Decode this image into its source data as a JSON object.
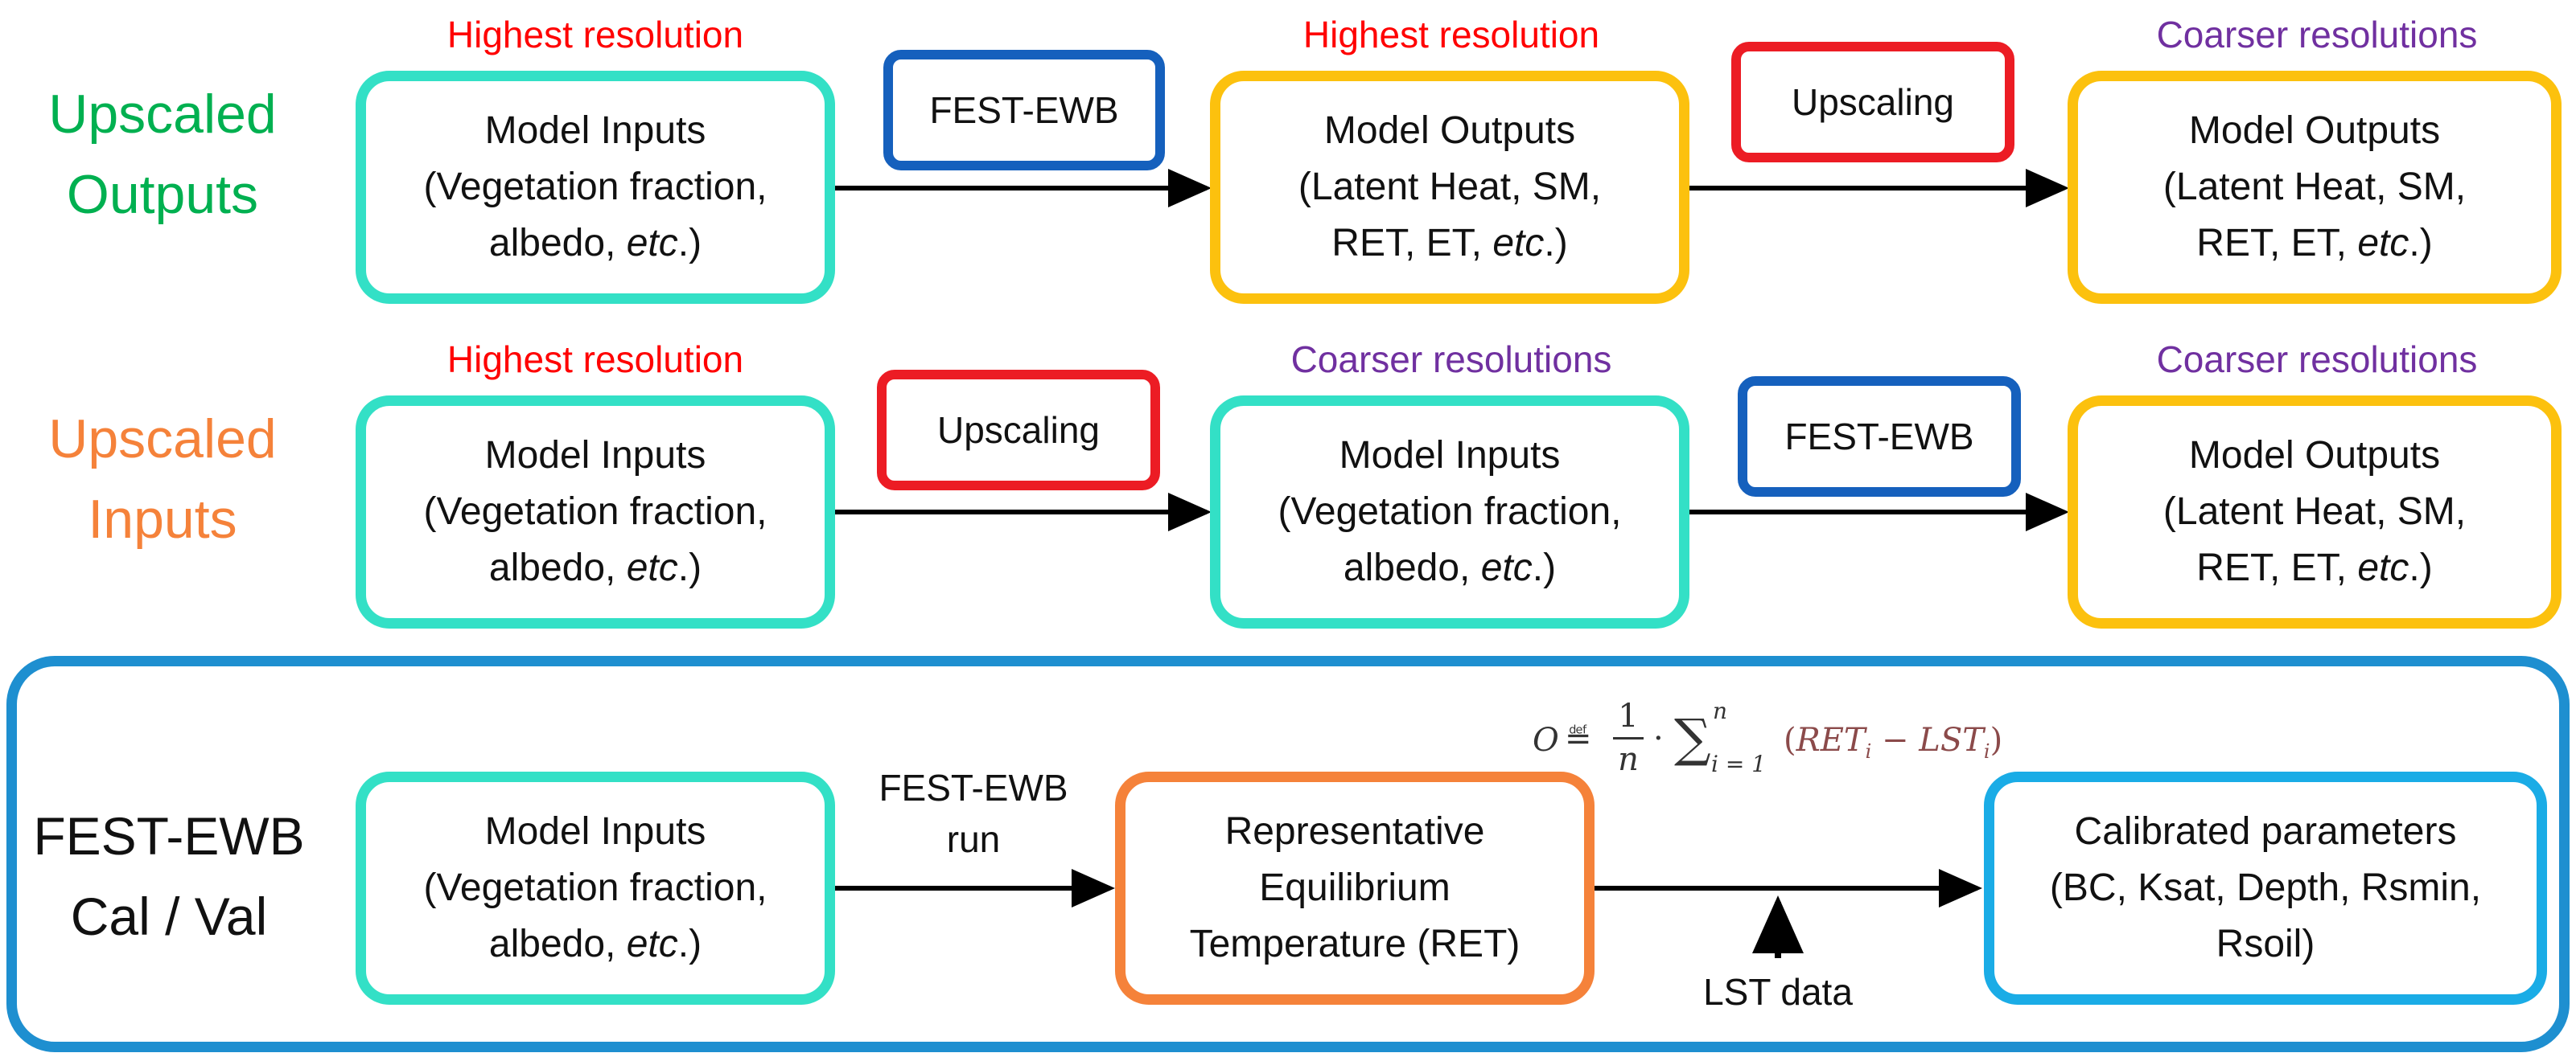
{
  "colors": {
    "green_label": "#00b050",
    "orange_label": "#f5823a",
    "red_text": "#ff0000",
    "purple_text": "#7030a0",
    "teal_box": "#33e0c6",
    "gold_box": "#fcc10e",
    "orange_box": "#f5823a",
    "sky_box": "#1aace6",
    "blue_tag": "#1560bd",
    "red_tag": "#ec1c24",
    "frame": "#1e8fd0"
  },
  "rows": {
    "upscaled_outputs": {
      "label_line1": "Upscaled",
      "label_line2": "Outputs",
      "res1": "Highest resolution",
      "res2": "Highest resolution",
      "res3": "Coarser resolutions",
      "tag1": "FEST-EWB",
      "tag2": "Upscaling",
      "box1": {
        "line1": "Model Inputs",
        "line2": "(Vegetation fraction,",
        "line3a": "albedo, ",
        "line3i": "etc",
        "line3b": ".)"
      },
      "box2": {
        "line1": "Model Outputs",
        "line2": "(Latent Heat, SM,",
        "line3a": "RET, ET, ",
        "line3i": "etc",
        "line3b": ".)"
      },
      "box3": {
        "line1": "Model Outputs",
        "line2": "(Latent Heat, SM,",
        "line3a": "RET, ET, ",
        "line3i": "etc",
        "line3b": ".)"
      }
    },
    "upscaled_inputs": {
      "label_line1": "Upscaled",
      "label_line2": "Inputs",
      "res1": "Highest resolution",
      "res2": "Coarser resolutions",
      "res3": "Coarser resolutions",
      "tag1": "Upscaling",
      "tag2": "FEST-EWB",
      "box1": {
        "line1": "Model Inputs",
        "line2": "(Vegetation fraction,",
        "line3a": "albedo, ",
        "line3i": "etc",
        "line3b": ".)"
      },
      "box2": {
        "line1": "Model Inputs",
        "line2": "(Vegetation fraction,",
        "line3a": "albedo, ",
        "line3i": "etc",
        "line3b": ".)"
      },
      "box3": {
        "line1": "Model Outputs",
        "line2": "(Latent Heat, SM,",
        "line3a": "RET, ET, ",
        "line3i": "etc",
        "line3b": ".)"
      }
    },
    "calval": {
      "label_line1": "FEST-EWB",
      "label_line2": "Cal / Val",
      "run_line1": "FEST-EWB",
      "run_line2": "run",
      "lst": "LST data",
      "box1": {
        "line1": "Model Inputs",
        "line2": "(Vegetation fraction,",
        "line3a": "albedo, ",
        "line3i": "etc",
        "line3b": ".)"
      },
      "box2": {
        "line1": "Representative",
        "line2": "Equilibrium",
        "line3": "Temperature (RET)"
      },
      "box3": {
        "line1": "Calibrated parameters",
        "line2": "(BC, Ksat, Depth, Rsmin,",
        "line3": "Rsoil)"
      },
      "formula": {
        "lhs": "O",
        "def": "≝",
        "numerator": "1",
        "denominator": "n",
        "dot": "·",
        "sum": "∑",
        "sum_upper": "n",
        "sum_lower": "i = 1",
        "term_a": "RET",
        "term_minus": " − ",
        "term_b": "LST",
        "sub": "i"
      }
    }
  }
}
